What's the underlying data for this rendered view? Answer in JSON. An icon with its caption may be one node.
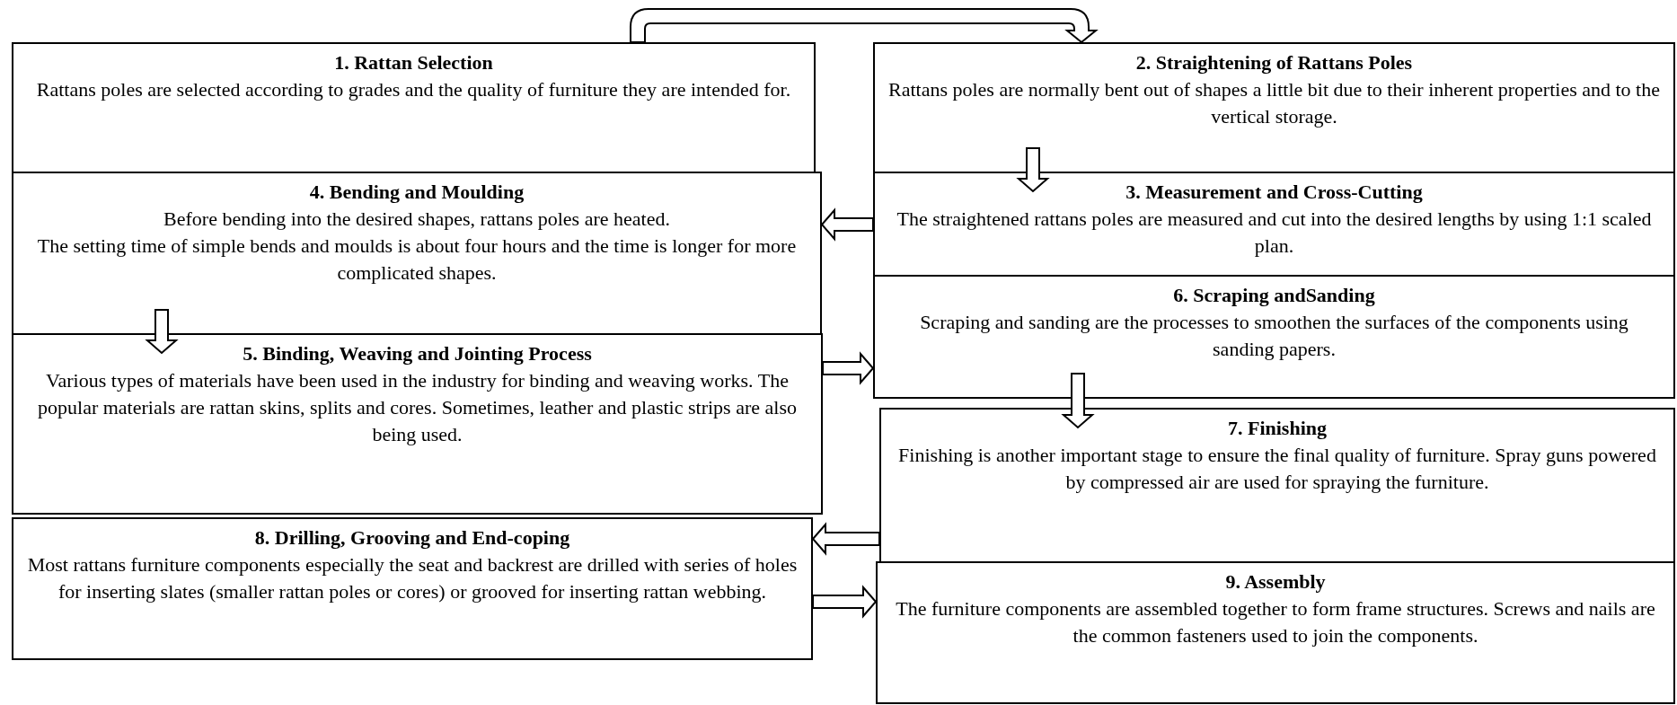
{
  "diagram": {
    "nodes": [
      {
        "text": [
          "1. Rattan Selection",
          "Rattans poles are selected according to grades and the quality of furniture they are intended for."
        ]
      },
      {
        "text": [
          "2. Straightening of Rattans Poles",
          "Rattans poles are normally bent out of shapes a little bit due to their inherent properties and to the vertical storage."
        ]
      },
      {
        "text": [
          "3. Measurement and Cross-Cutting",
          "The straightened rattans poles are measured and cut into the desired lengths by using 1:1 scaled plan."
        ]
      },
      {
        "text": [
          "4. Bending and Moulding",
          "Before bending into the desired shapes, rattans poles are heated.",
          "The setting time of simple bends and moulds is about four hours and the time is longer for more complicated shapes."
        ]
      },
      {
        "text": [
          "5. Binding, Weaving and Jointing Process",
          "Various types of materials have been used in the industry for binding and weaving works. The popular materials are rattan skins, splits and cores. Sometimes, leather and plastic strips are also being used."
        ]
      },
      {
        "text": [
          "6. Scraping andSanding",
          "Scraping and sanding are the processes to smoothen the surfaces of the components using sanding papers."
        ]
      },
      {
        "text": [
          "7. Finishing",
          "Finishing is another important stage to ensure the final quality of furniture. Spray guns powered by compressed air are used for spraying the furniture."
        ]
      },
      {
        "text": [
          "8. Drilling, Grooving and End-coping",
          "Most rattans furniture components especially the seat and backrest are drilled with series of holes for inserting slates (smaller rattan poles or cores) or grooved for inserting rattan webbing."
        ]
      },
      {
        "text": [
          "9. Assembly",
          "The furniture components are assembled together to form frame structures. Screws and nails are the common fasteners used to join the components."
        ]
      }
    ],
    "edges": [
      {
        "from": 0,
        "to": 1,
        "arrow": "to"
      },
      {
        "from": 1,
        "to": 2,
        "arrow": "to"
      },
      {
        "from": 2,
        "to": 3,
        "arrow": "to"
      },
      {
        "from": 3,
        "to": 4,
        "arrow": "to"
      },
      {
        "from": 4,
        "to": 5,
        "arrow": "to"
      },
      {
        "from": 5,
        "to": 6,
        "arrow": "to"
      },
      {
        "from": 6,
        "to": 7,
        "arrow": "to"
      },
      {
        "from": 7,
        "to": 8,
        "arrow": "to"
      }
    ]
  }
}
